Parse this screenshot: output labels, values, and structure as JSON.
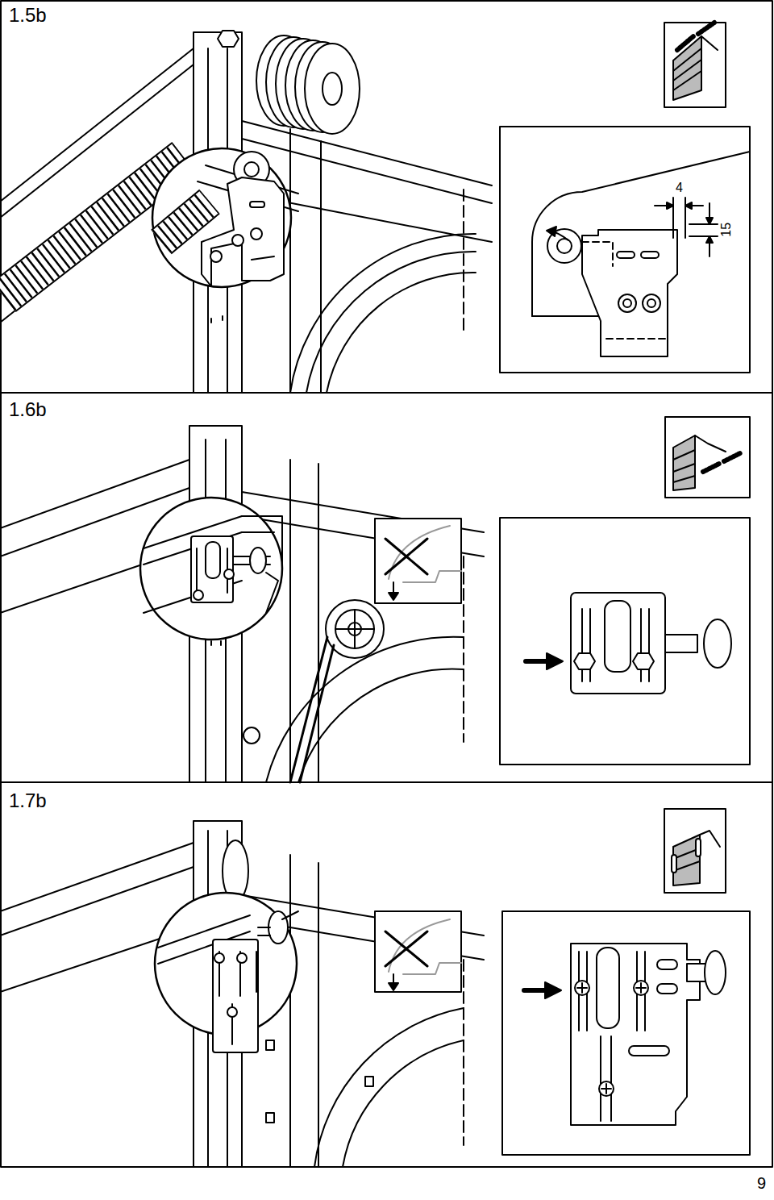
{
  "diagram": {
    "labels": [
      "1.5b",
      "4",
      "15",
      "1.6b",
      "1.7b",
      "9"
    ]
  }
}
